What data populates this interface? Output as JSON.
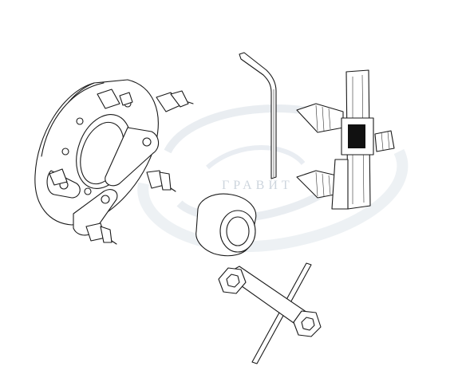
{
  "watermark": {
    "text": "ГРАВИТ",
    "color": "#d6dde4"
  },
  "parts": [
    {
      "name": "adapter-flange",
      "icon": "flange-adapter-icon"
    },
    {
      "name": "hex-key",
      "icon": "allen-key-icon"
    },
    {
      "name": "centering-tool",
      "icon": "centering-jig-icon"
    },
    {
      "name": "spacer-ring",
      "icon": "ring-spacer-icon"
    },
    {
      "name": "socket-wrench",
      "icon": "t-wrench-icon"
    }
  ],
  "line_color": "#1a1a1a",
  "background": "#ffffff"
}
